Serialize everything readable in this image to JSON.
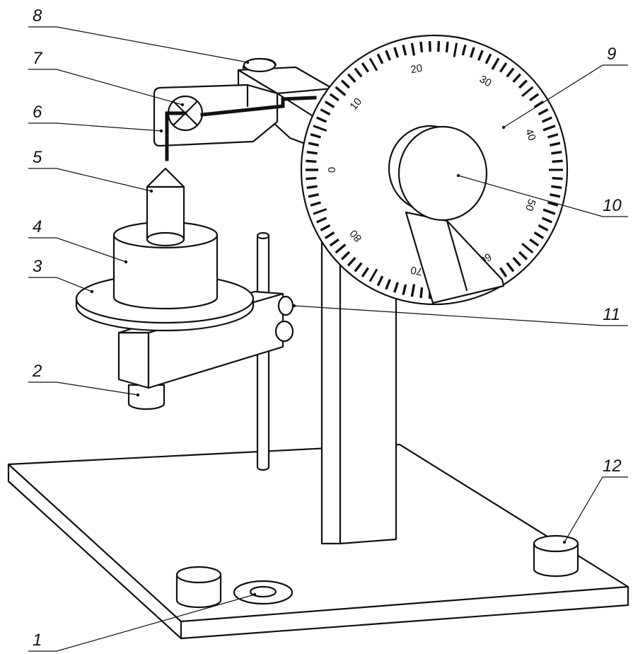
{
  "callouts": [
    {
      "label": "1"
    },
    {
      "label": "2"
    },
    {
      "label": "3"
    },
    {
      "label": "4"
    },
    {
      "label": "5"
    },
    {
      "label": "6"
    },
    {
      "label": "7"
    },
    {
      "label": "8"
    },
    {
      "label": "9"
    },
    {
      "label": "10"
    },
    {
      "label": "11"
    },
    {
      "label": "12"
    }
  ],
  "dial": {
    "scale_labels": [
      "0",
      "10",
      "20",
      "30",
      "40",
      "50",
      "60",
      "70",
      "80"
    ]
  }
}
